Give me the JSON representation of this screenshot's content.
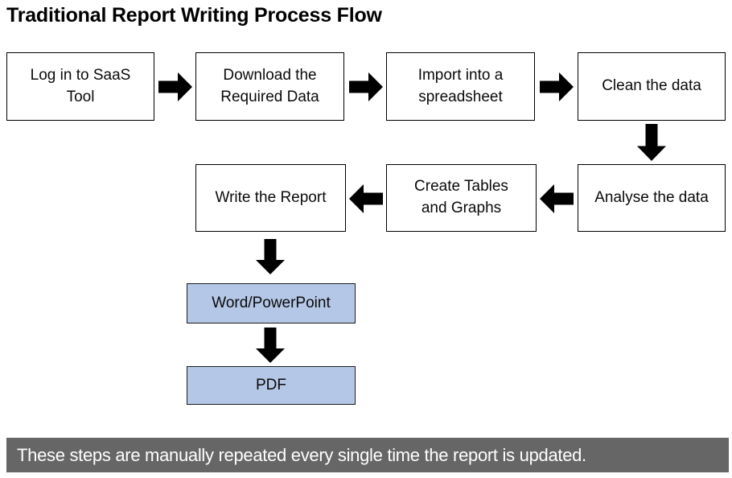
{
  "title": "Traditional Report Writing Process Flow",
  "nodes": {
    "login": "Log in to SaaS Tool",
    "download": "Download the Required Data",
    "import": "Import into a spreadsheet",
    "clean": "Clean the data",
    "analyse": "Analyse the data",
    "create_tables": "Create Tables and Graphs",
    "write_report": "Write the Report",
    "word_powerpoint": "Word/PowerPoint",
    "pdf": "PDF"
  },
  "banner": {
    "text": "These steps are manually repeated every single time the report is updated."
  },
  "colors": {
    "process_box_fill": "#ffffff",
    "process_box_border": "#000000",
    "output_box_fill": "#b4c7e7",
    "arrow": "#000000",
    "banner_background": "#666666",
    "banner_text": "#ffffff"
  }
}
